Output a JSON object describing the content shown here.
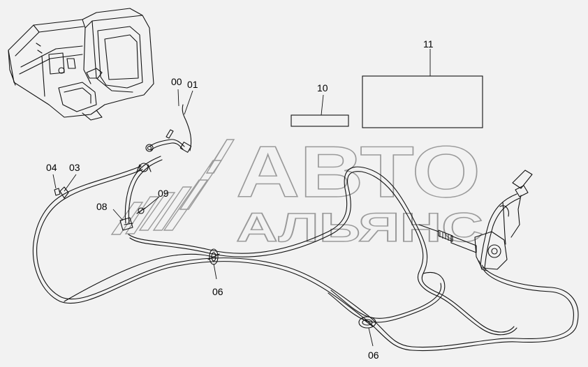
{
  "watermark": {
    "line1": "АВТО",
    "line2": "АЛЬЯНС"
  },
  "callouts": {
    "c00": "00",
    "c01": "01",
    "c03": "03",
    "c04": "04",
    "c06a": "06",
    "c06b": "06",
    "c08": "08",
    "c09": "09",
    "c10": "10",
    "c11": "11"
  }
}
